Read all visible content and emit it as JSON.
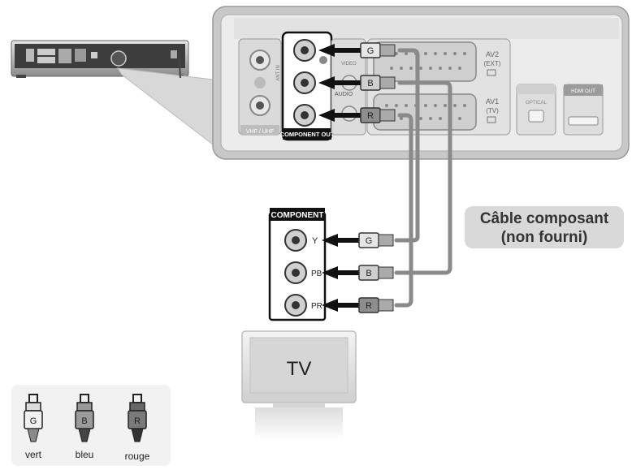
{
  "panel": {
    "component_out_label": "COMPONENT OUT",
    "vhf_uhf_label": "VHF / UHF",
    "ant_label": "ANT IN",
    "video_label": "VIDEO",
    "audio_label": "AUDIO",
    "av2_label": "AV2",
    "av2_ext_label": "(EXT)",
    "av1_label": "AV1",
    "av1_sub_label": "(TV)",
    "optical_label": "OPTICAL",
    "hdmi_label": "HDMI OUT"
  },
  "plugs": {
    "green": "G",
    "blue": "B",
    "red": "R"
  },
  "tv_panel": {
    "title": "COMPONENT",
    "port_y": "Y",
    "port_pb": "PB",
    "port_pr": "PR"
  },
  "tv": {
    "label": "TV"
  },
  "callout": {
    "line1": "Câble composant",
    "line2": "(non fourni)"
  },
  "legend": {
    "items": [
      {
        "letter": "G",
        "caption": "vert"
      },
      {
        "letter": "B",
        "caption": "bleu"
      },
      {
        "letter": "R",
        "caption": "rouge"
      }
    ]
  }
}
